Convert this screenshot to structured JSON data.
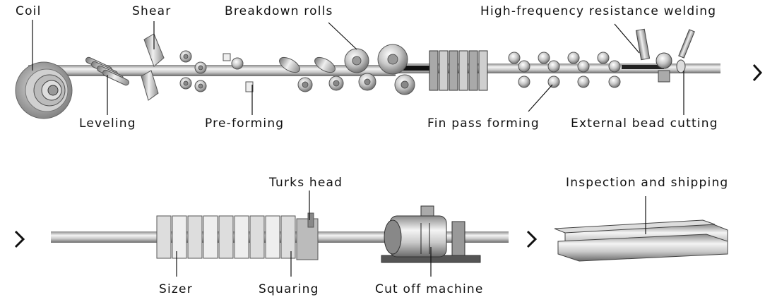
{
  "diagram": {
    "row1_labels": {
      "coil": "Coil",
      "shear": "Shear",
      "breakdown_rolls": "Breakdown rolls",
      "hf_welding": "High-frequency resistance welding",
      "leveling": "Leveling",
      "pre_forming": "Pre-forming",
      "fin_pass_forming": "Fin pass forming",
      "external_bead_cutting": "External bead cutting"
    },
    "row2_labels": {
      "turks_head": "Turks head",
      "inspection_shipping": "Inspection and shipping",
      "sizer": "Sizer",
      "squaring": "Squaring",
      "cut_off_machine": "Cut off machine"
    },
    "arrows": [
      "next-arrow-row1",
      "continue-arrow-row2",
      "next-arrow-row2"
    ],
    "colors": {
      "metal_light": "#f2f2f2",
      "metal_mid": "#b8b8b8",
      "metal_dark": "#6e6e6e",
      "ink": "#111111"
    }
  }
}
